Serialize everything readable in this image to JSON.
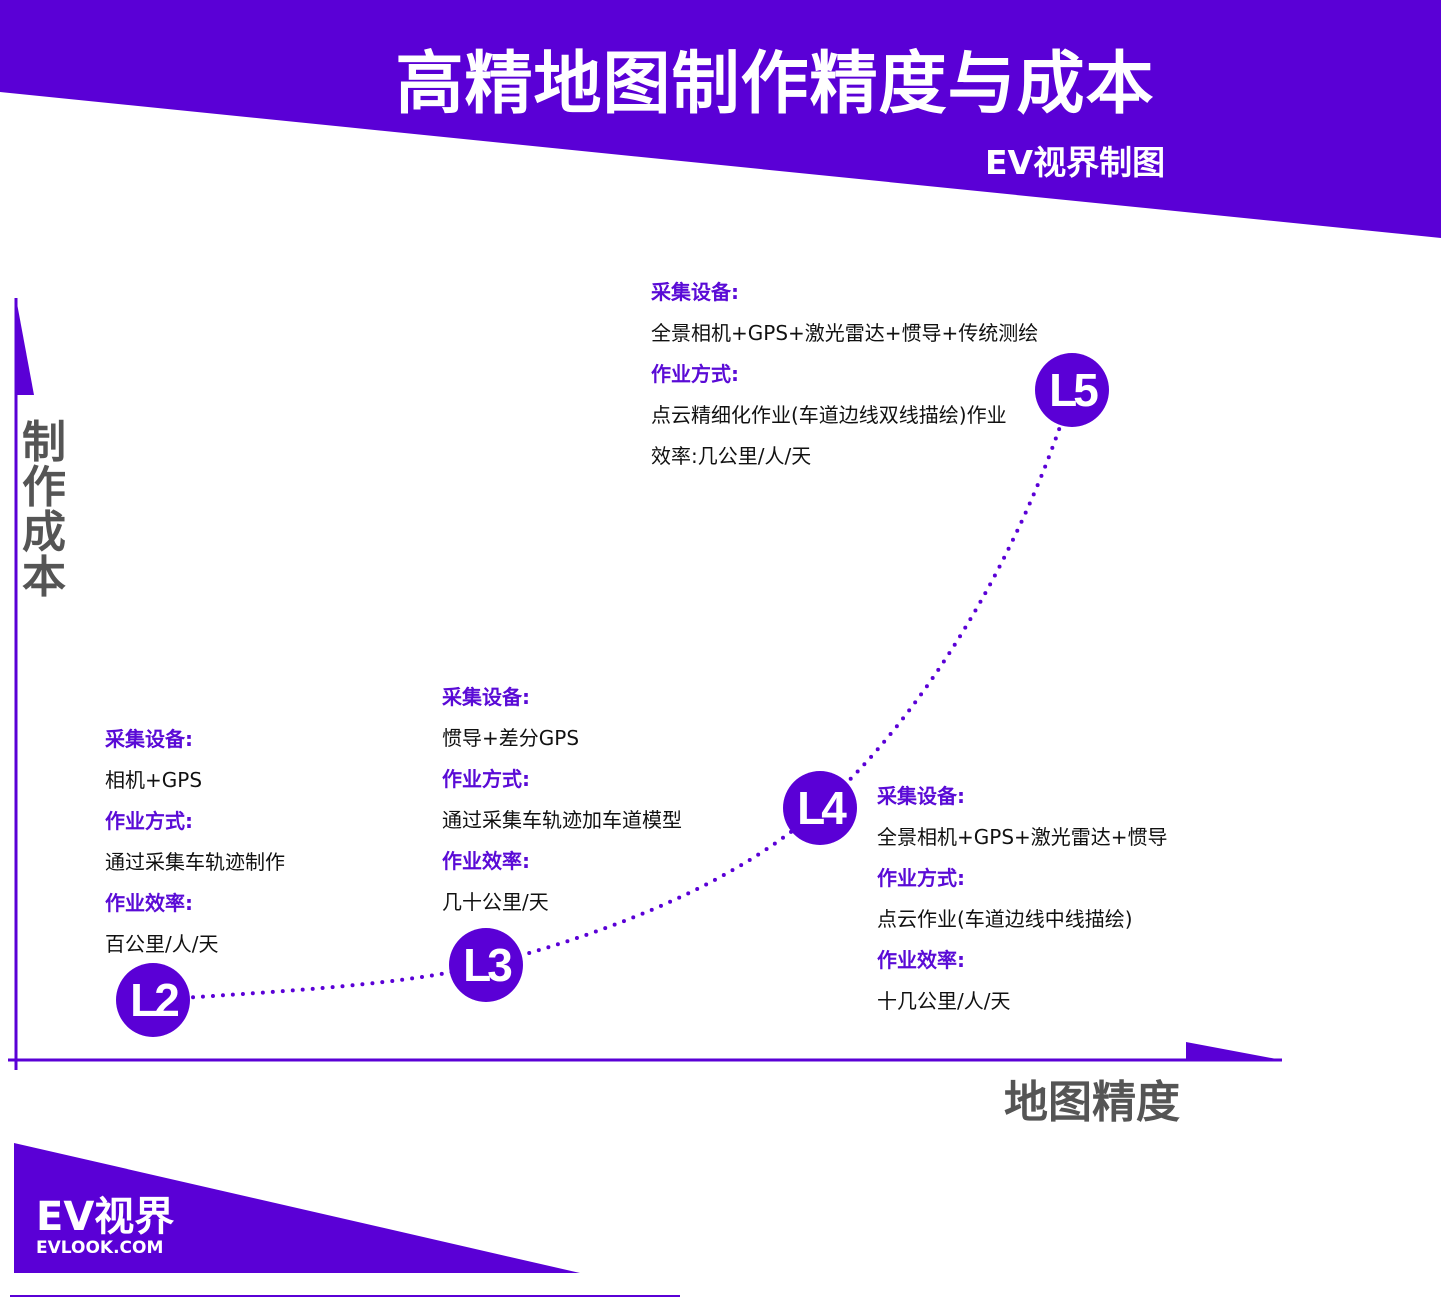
{
  "header": {
    "title": "高精地图制作精度与成本",
    "credit": "EV视界制图"
  },
  "axes": {
    "y_label": "制作成本",
    "x_label": "地图精度"
  },
  "levels": [
    {
      "label": "L2",
      "lines": [
        {
          "text": "采集设备:",
          "heading": true
        },
        {
          "text": "相机+GPS",
          "heading": false
        },
        {
          "text": "作业方式:",
          "heading": true
        },
        {
          "text": "通过采集车轨迹制作",
          "heading": false
        },
        {
          "text": "作业效率:",
          "heading": true
        },
        {
          "text": "百公里/人/天",
          "heading": false
        }
      ]
    },
    {
      "label": "L3",
      "lines": [
        {
          "text": "采集设备:",
          "heading": true
        },
        {
          "text": "惯导+差分GPS",
          "heading": false
        },
        {
          "text": "作业方式:",
          "heading": true
        },
        {
          "text": "通过采集车轨迹加车道模型",
          "heading": false
        },
        {
          "text": "作业效率:",
          "heading": true
        },
        {
          "text": "几十公里/天",
          "heading": false
        }
      ]
    },
    {
      "label": "L4",
      "lines": [
        {
          "text": "采集设备:",
          "heading": true
        },
        {
          "text": "全景相机+GPS+激光雷达+惯导",
          "heading": false
        },
        {
          "text": "作业方式:",
          "heading": true
        },
        {
          "text": "点云作业(车道边线中线描绘)",
          "heading": false
        },
        {
          "text": "作业效率:",
          "heading": true
        },
        {
          "text": "十几公里/人/天",
          "heading": false
        }
      ]
    },
    {
      "label": "L5",
      "lines": [
        {
          "text": "采集设备:",
          "heading": true
        },
        {
          "text": "全景相机+GPS+激光雷达+惯导+传统测绘",
          "heading": false
        },
        {
          "text": "作业方式:",
          "heading": true
        },
        {
          "text": "点云精细化作业(车道边线双线描绘)作业",
          "heading": false
        },
        {
          "text": "效率:几公里/人/天",
          "heading": false
        }
      ]
    }
  ],
  "footer": {
    "logo": "EV视界",
    "site": "EVLOOK.COM"
  },
  "colors": {
    "accent": "#5a00d6",
    "axis_label": "#555555"
  }
}
